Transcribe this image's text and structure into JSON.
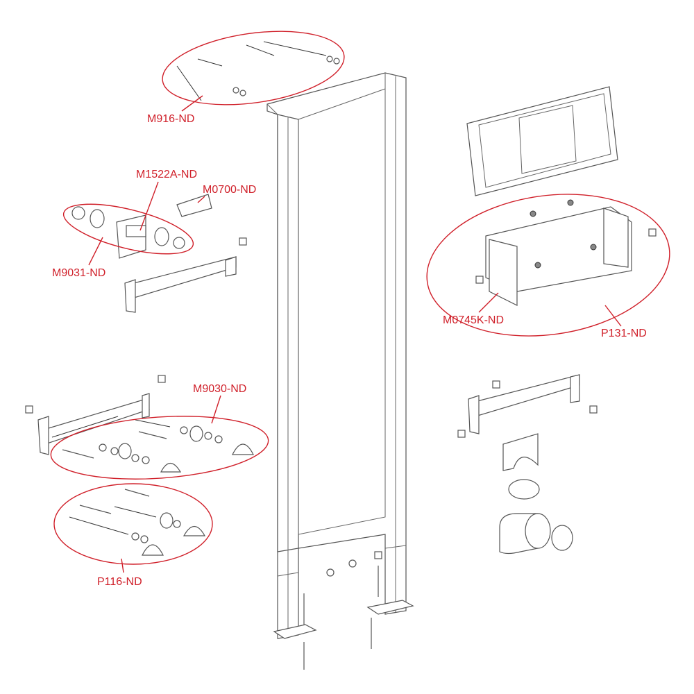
{
  "diagram": {
    "title": "Installation frame exploded view",
    "accent_color": "#d0202a",
    "labels": {
      "m916": "M916-ND",
      "m1522a": "M1522A-ND",
      "m0700": "M0700-ND",
      "m9031": "M9031-ND",
      "m0745k": "M0745K-ND",
      "p131": "P131-ND",
      "m9030": "M9030-ND",
      "p116": "P116-ND"
    }
  }
}
